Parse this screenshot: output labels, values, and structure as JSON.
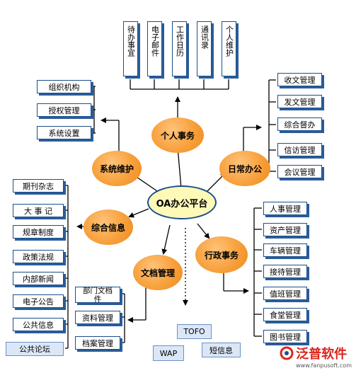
{
  "center": "OA办公平台",
  "hubs": {
    "personal": "个人事务",
    "system": "系统维护",
    "daily": "日常办公",
    "info": "综合信息",
    "admin": "行政事务",
    "docs": "文档管理"
  },
  "personal_items": [
    "待办事宜",
    "电子邮件",
    "工作日历",
    "通讯录",
    "个人维护"
  ],
  "system_items": [
    "组织机构",
    "授权管理",
    "系统设置"
  ],
  "daily_items": [
    "收文管理",
    "发文管理",
    "综合督办",
    "信访管理",
    "会议管理"
  ],
  "info_items": [
    "期刊杂志",
    "大 事 记",
    "规章制度",
    "政策法规",
    "内部新闻",
    "电子公告",
    "公共信息",
    "公共论坛"
  ],
  "admin_items": [
    "人事管理",
    "资产管理",
    "车辆管理",
    "接待管理",
    "值班管理",
    "食堂管理",
    "图书管理"
  ],
  "doc_items": [
    "部门文档件",
    "资料管理",
    "档案管理"
  ],
  "extras": {
    "todo": "TOFO",
    "wap": "WAP",
    "sms": "短信息"
  },
  "logo": {
    "name": "泛普软件",
    "url": "www.fanpusoft.com"
  },
  "colors": {
    "box_border": "#1b4f8a",
    "node_fill": "#f7a03c",
    "center_fill": "#fff9b8",
    "logo_red": "#d9261c"
  }
}
